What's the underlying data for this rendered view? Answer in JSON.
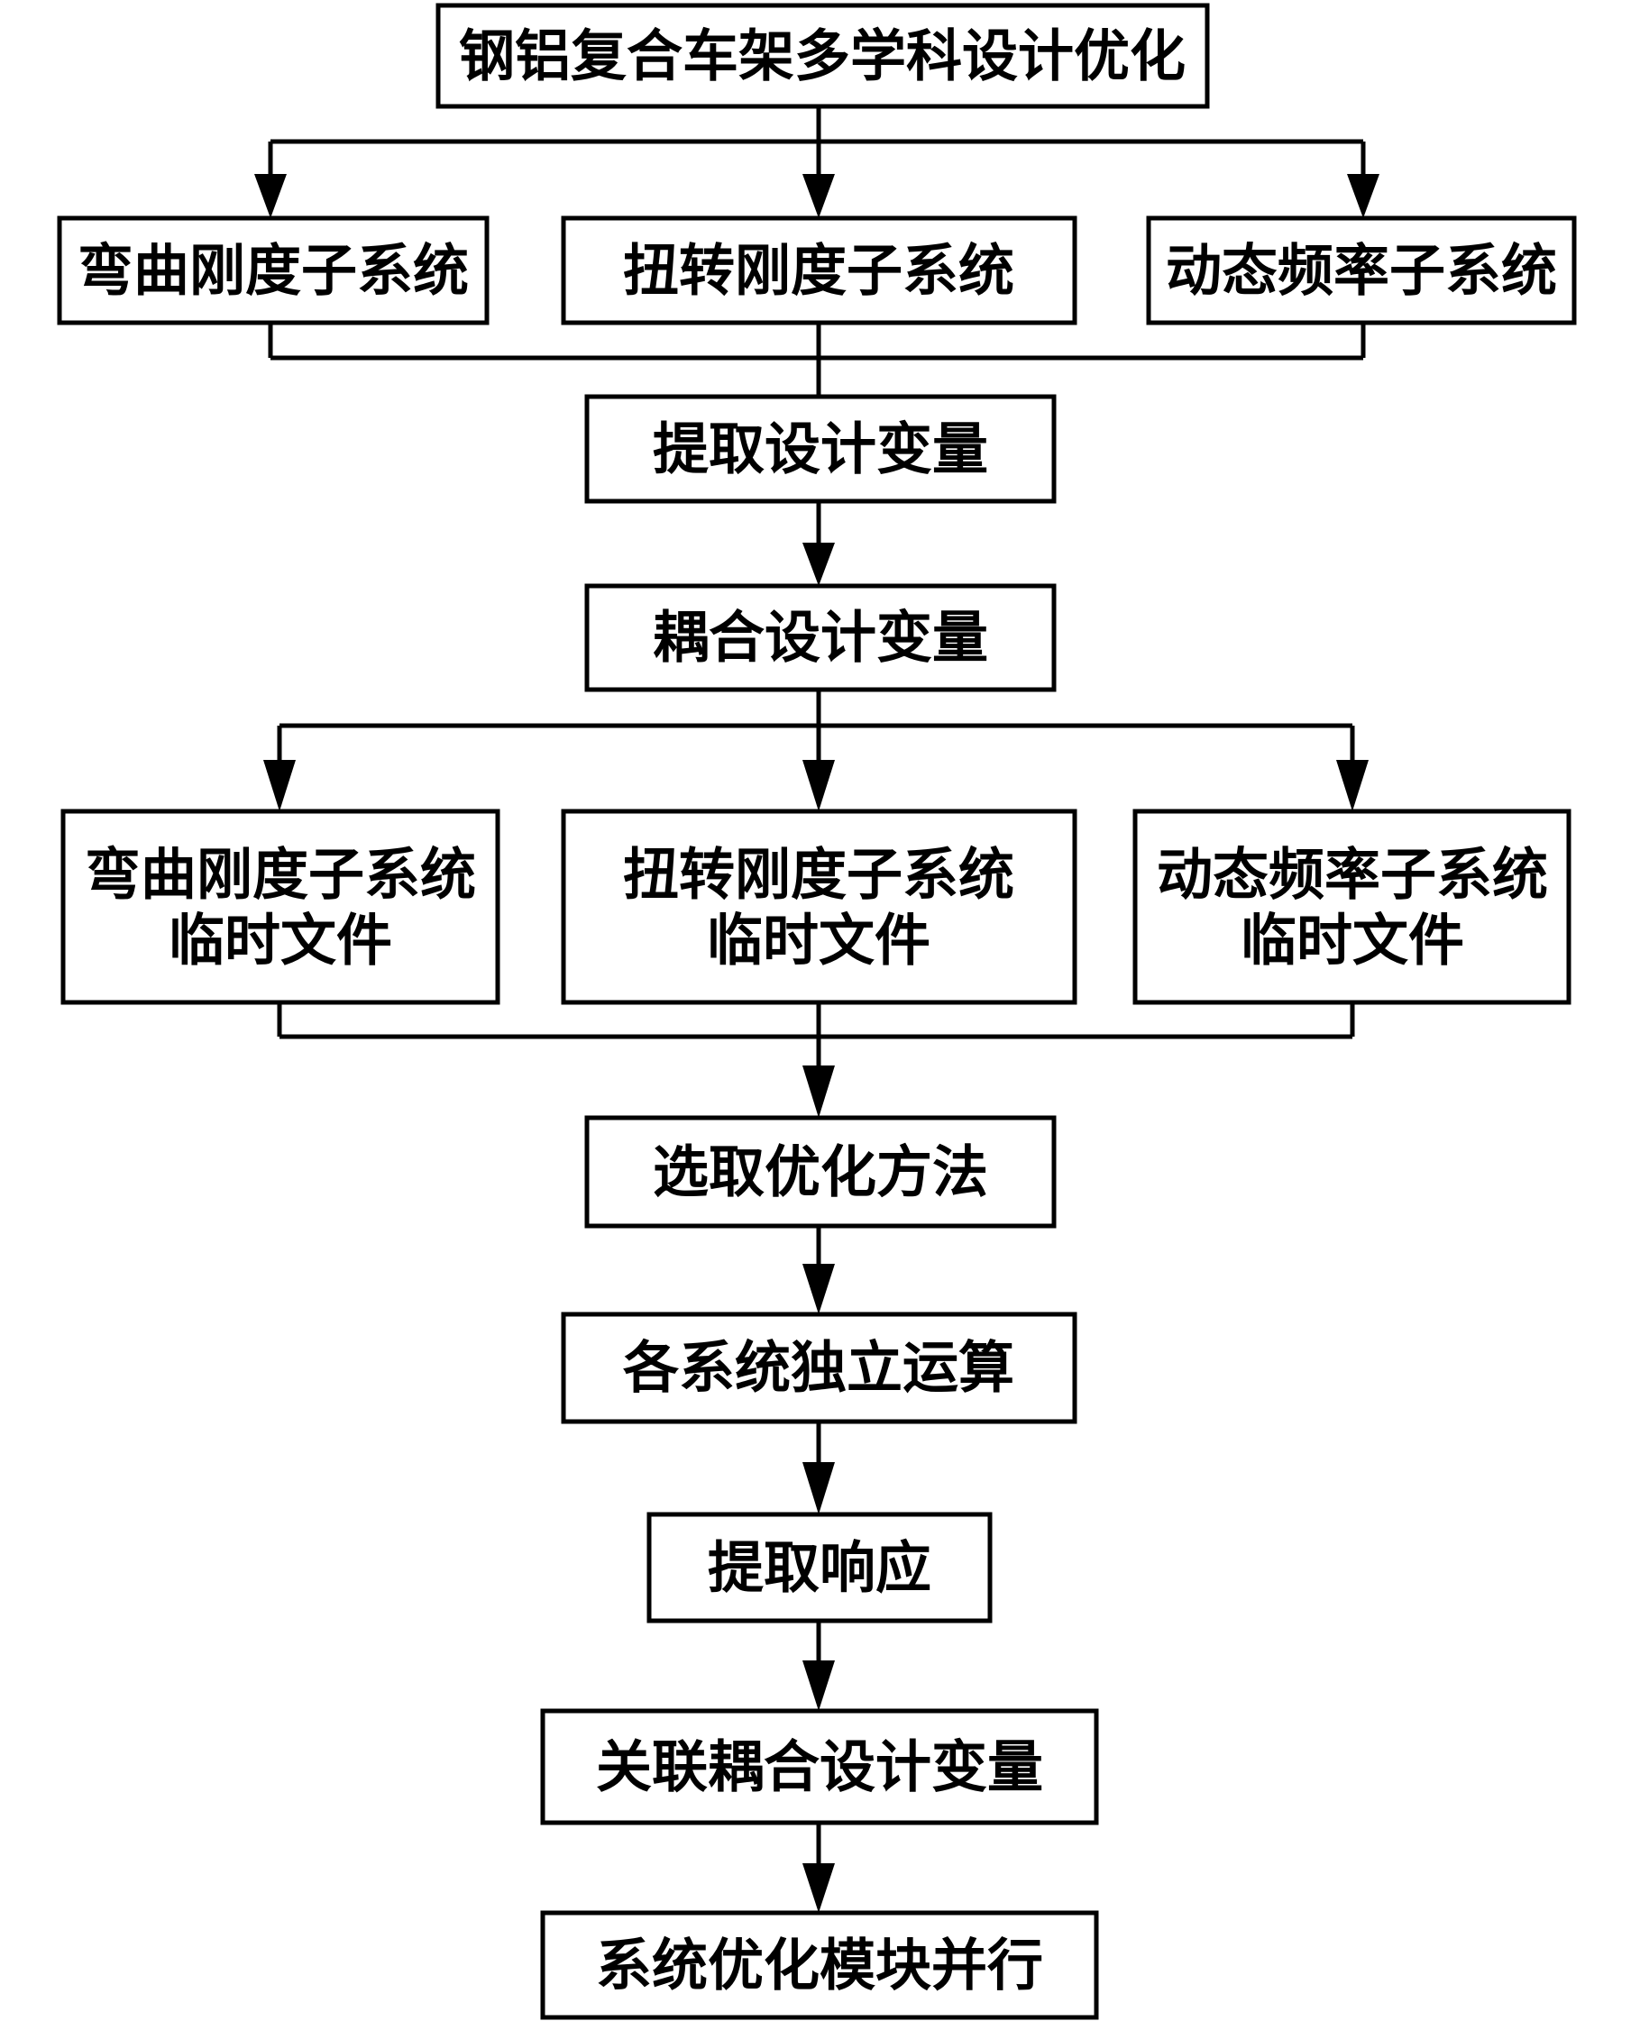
{
  "flowchart": {
    "title": "钢铝复合车架多学科设计优化",
    "subsystems": [
      "弯曲刚度子系统",
      "扭转刚度子系统",
      "动态频率子系统"
    ],
    "extract_variables": "提取设计变量",
    "coupled_variables": "耦合设计变量",
    "temp_files": [
      {
        "line1": "弯曲刚度子系统",
        "line2": "临时文件"
      },
      {
        "line1": "扭转刚度子系统",
        "line2": "临时文件"
      },
      {
        "line1": "动态频率子系统",
        "line2": "临时文件"
      }
    ],
    "choose_method": "选取优化方法",
    "independent_compute": "各系统独立运算",
    "extract_response": "提取响应",
    "associate_variables": "关联耦合设计变量",
    "parallel_modules": "系统优化模块并行"
  }
}
